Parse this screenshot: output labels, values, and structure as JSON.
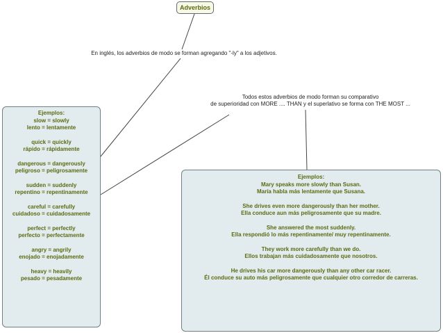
{
  "title_node": {
    "label": "Adverbios"
  },
  "intro_text": "En inglés, los adverbios de modo se forman agregando \"-ly\" a los adjetivos.",
  "comparative_text": {
    "line1": "Todos estos adverbios de modo forman su comparativo",
    "line2": "de superioridad con MORE .... THAN y el superlativo se forma con THE MOST ..."
  },
  "left_box": {
    "heading": "Ejemplos:",
    "groups": [
      [
        "slow = slowly",
        "lento = lentamente"
      ],
      [
        "quick = quickly",
        "rápido = rápidamente"
      ],
      [
        "dangerous = dangerously",
        "peligroso = peligrosamente"
      ],
      [
        "sudden = suddenly",
        "repentino = repentinamente"
      ],
      [
        "careful = carefully",
        "cuidadoso = cuidadosamente"
      ],
      [
        "perfect = perfectly",
        "perfecto = perfectamente"
      ],
      [
        "angry = angrily",
        "enojado = enojadamente"
      ],
      [
        "heavy = heavily",
        "pesado = pesadamente"
      ]
    ]
  },
  "right_box": {
    "heading": "Ejemplos:",
    "groups": [
      [
        "Mary speaks more slowly than Susan.",
        "María habla más lentamente que Susana."
      ],
      [
        "She drives even more dangerously than her mother.",
        "Ella conduce aun más peligrosamente que su madre."
      ],
      [
        "She answered the most suddenly.",
        "Ella respondió lo más repentinamente/ muy repentinamente."
      ],
      [
        "They work more carefully than we do.",
        "Ellos trabajan más cuidadosamente que nosotros."
      ],
      [
        "He drives his car more dangerously than any other car racer.",
        "Él conduce su auto más peligrosamente que cualquier otro corredor de carreras."
      ]
    ]
  }
}
